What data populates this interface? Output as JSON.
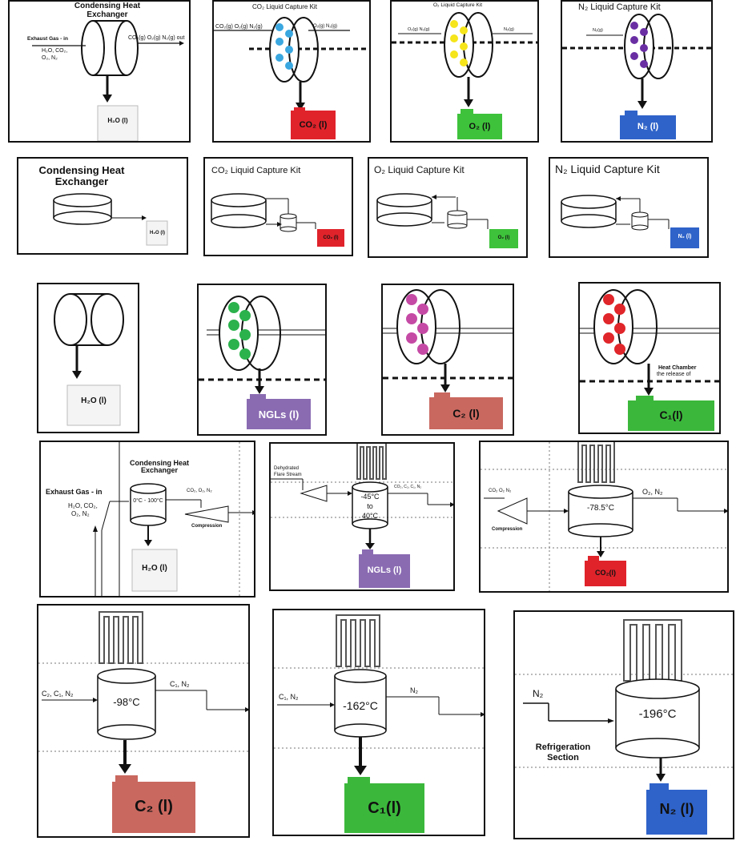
{
  "row1": {
    "p1": {
      "title": "Condensing Heat Exchanger",
      "inlet_label": "Exhaust Gas - in",
      "inlet_species": "H₂O, CO₂,",
      "inlet_species2": "O₂, N₂",
      "outlet_label": "CO₂(g) O₂(g) N₂(g) out",
      "tank_label": "H₂O (l)"
    },
    "p2": {
      "title": "CO₂ Liquid Capture Kit",
      "inlet_label": "CO₂(g) O₂(g) N₂(g)",
      "outlet_label": "O₂(g) N₂(g)",
      "tank_label": "CO₂ (l)"
    },
    "p3": {
      "title": "O₂ Liquid Capture Kit",
      "inlet_label": "O₂(g) N₂(g)",
      "outlet_label": "N₂(g)",
      "tank_label": "O₂ (l)"
    },
    "p4": {
      "title": "N₂ Liquid Capture Kit",
      "inlet_label": "N₂(g)",
      "tank_label": "N₂ (l)"
    }
  },
  "row2": {
    "p1": {
      "title": "Condensing Heat Exchanger",
      "tank_label": "H₂O (l)"
    },
    "p2": {
      "title": "CO₂ Liquid Capture Kit",
      "tank_label": "CO₂ (l)"
    },
    "p3": {
      "title": "O₂ Liquid Capture Kit",
      "tank_label": "O₂ (l)"
    },
    "p4": {
      "title": "N₂ Liquid Capture Kit",
      "tank_label": "N₂ (l)"
    }
  },
  "row3": {
    "p1": {
      "tank_label": "H₂O (l)"
    },
    "p2": {
      "tank_label": "NGLs (l)"
    },
    "p3": {
      "tank_label": "C₂ (l)"
    },
    "p4": {
      "annotation": "Heat Chamber",
      "annotation2": "the release of",
      "tank_label": "C₁(l)"
    }
  },
  "row4": {
    "p1": {
      "inlet_label": "Exhaust Gas - in",
      "inlet_species": "H₂O, CO₂,",
      "inlet_species2": "O₂, N₂",
      "title": "Condensing Heat Exchanger",
      "temp": "0°C - 100°C",
      "outlet_label": "CO₂, O₂, N₂",
      "compression_label": "Compression",
      "tank_label": "H₂O (l)"
    },
    "p2": {
      "inlet_label": "Dehydrated",
      "inlet_label2": "Flare Stream",
      "temp_top": "-45°C",
      "temp_mid": "to",
      "temp_bottom": "40°C",
      "outlet_label": "CO₂, C₂, C₁, N₂",
      "tank_label": "NGLs (l)"
    },
    "p3": {
      "inlet_label": "CO₂ O₂ N₂",
      "compression_label": "Compression",
      "temp": "-78.5°C",
      "outlet_label": "O₂, N₂",
      "tank_label": "CO₂(l)"
    }
  },
  "row5": {
    "p1": {
      "inlet_label": "C₂, C₁, N₂",
      "temp": "-98°C",
      "outlet_label": "C₁, N₂",
      "tank_label": "C₂ (l)"
    },
    "p2": {
      "inlet_label": "C₁, N₂",
      "temp": "-162°C",
      "outlet_label": "N₂",
      "tank_label": "C₁(l)"
    },
    "p3": {
      "inlet_label": "N₂",
      "temp": "-196°C",
      "section_label": "Refrigeration",
      "section_label2": "Section",
      "tank_label": "N₂ (l)"
    }
  },
  "colors": {
    "co2": "#e0232b",
    "o2": "#3ec23b",
    "n2": "#2f63c9",
    "ngl": "#8a6bb2",
    "c2": "#c9685f",
    "c1": "#3bb83b",
    "blue_dots": "#3aa7e0",
    "yellow_dots": "#f5e51a",
    "purple_dots": "#6a2ea3",
    "green_dots": "#2bb24c",
    "pink_dots": "#c54aa5",
    "red_dots": "#e0262a"
  }
}
